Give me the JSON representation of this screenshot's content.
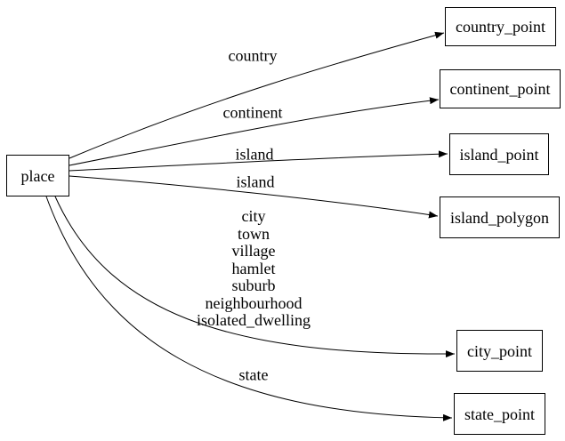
{
  "diagram": {
    "background_color": "#ffffff",
    "stroke_color": "#000000",
    "text_color": "#000000",
    "nodes": {
      "place": {
        "label": "place"
      },
      "country_point": {
        "label": "country_point"
      },
      "continent_point": {
        "label": "continent_point"
      },
      "island_point": {
        "label": "island_point"
      },
      "island_polygon": {
        "label": "island_polygon"
      },
      "city_point": {
        "label": "city_point"
      },
      "state_point": {
        "label": "state_point"
      }
    },
    "edges": [
      {
        "from": "place",
        "to": "country_point",
        "label": "country"
      },
      {
        "from": "place",
        "to": "continent_point",
        "label": "continent"
      },
      {
        "from": "place",
        "to": "island_point",
        "label": "island"
      },
      {
        "from": "place",
        "to": "island_polygon",
        "label": "island"
      },
      {
        "from": "place",
        "to": "city_point",
        "label_lines": [
          "city",
          "town",
          "village",
          "hamlet",
          "suburb",
          "neighbourhood",
          "isolated_dwelling"
        ]
      },
      {
        "from": "place",
        "to": "state_point",
        "label": "state"
      }
    ]
  }
}
